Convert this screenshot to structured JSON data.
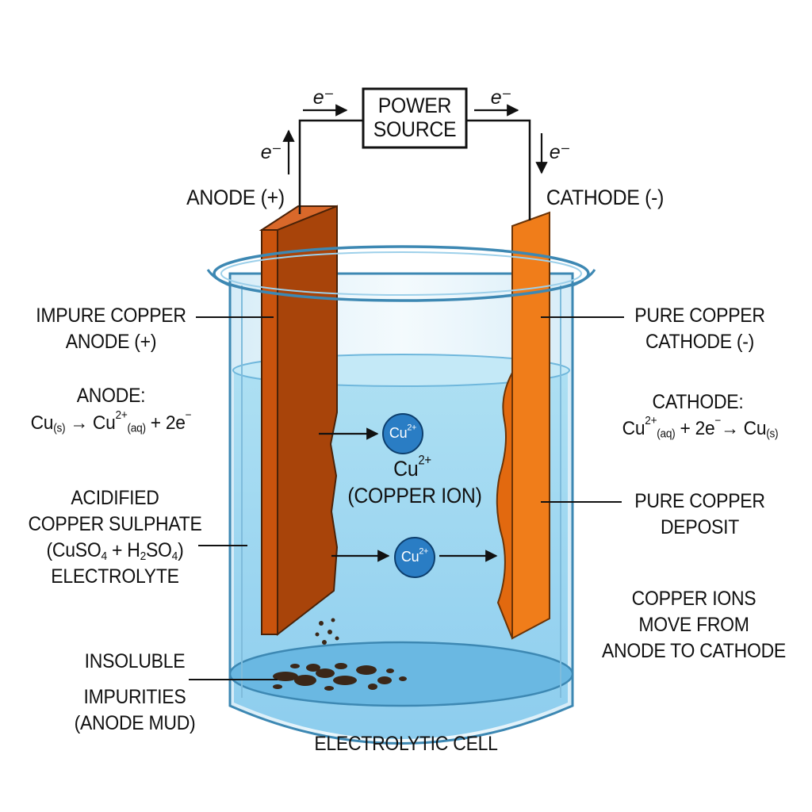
{
  "circuit": {
    "power_source": [
      "POWER",
      "SOURCE"
    ],
    "electron_symbol": "e⁻"
  },
  "electrodes": {
    "anode_heading": "ANODE (+)",
    "cathode_heading": "CATHODE (-)",
    "anode_label": [
      "IMPURE COPPER",
      "ANODE (+)"
    ],
    "cathode_label": [
      "PURE COPPER",
      "CATHODE (-)"
    ]
  },
  "reactions": {
    "anode_title": "ANODE:",
    "anode_equation": {
      "p1": "Cu",
      "p2": "(s)",
      "p3": " → Cu",
      "p4": "2+",
      "p5": "(aq)",
      "p6": " + 2e",
      "p7": "−"
    },
    "cathode_title": "CATHODE:",
    "cathode_equation": {
      "p1": "Cu",
      "p2": "2+",
      "p3": "(aq)",
      "p4": " + 2e",
      "p5": "−",
      "p6": "→ Cu",
      "p7": "(s)"
    }
  },
  "ions": {
    "symbol": {
      "base": "Cu",
      "charge": "2+"
    },
    "label": "(COPPER ION)"
  },
  "electrolyte": {
    "lines": [
      "ACIDIFIED",
      "COPPER SULPHATE"
    ],
    "formula": {
      "a": "(CuSO",
      "b": "4",
      "c": " + H",
      "d": "2",
      "e": "SO",
      "f": "4",
      "g": ")"
    },
    "last": "ELECTROLYTE"
  },
  "deposit": [
    "PURE COPPER",
    "DEPOSIT"
  ],
  "migration_note": [
    "COPPER IONS",
    "MOVE FROM",
    "ANODE TO CATHODE"
  ],
  "impurities": [
    "INSOLUBLE",
    "IMPURITIES",
    "(ANODE MUD)"
  ],
  "caption": "ELECTROLYTIC CELL",
  "colors": {
    "anode": "#c9530d",
    "cathode": "#f07d1a",
    "electrolyte": "#9fd6ef",
    "ion": "#2a7dc4",
    "glass": "#3d88b3",
    "mud": "#3b2718"
  }
}
